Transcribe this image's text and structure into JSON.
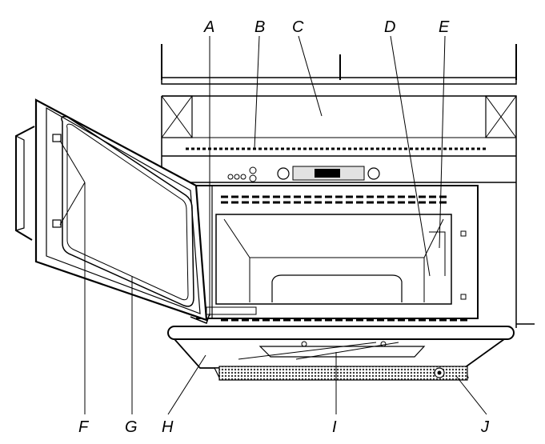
{
  "labels": {
    "A": "A",
    "B": "B",
    "C": "C",
    "D": "D",
    "E": "E",
    "F": "F",
    "G": "G",
    "H": "H",
    "I": "I",
    "J": "J"
  },
  "colors": {
    "line": "#000000",
    "fill": "#ffffff",
    "grille": "#444444"
  }
}
